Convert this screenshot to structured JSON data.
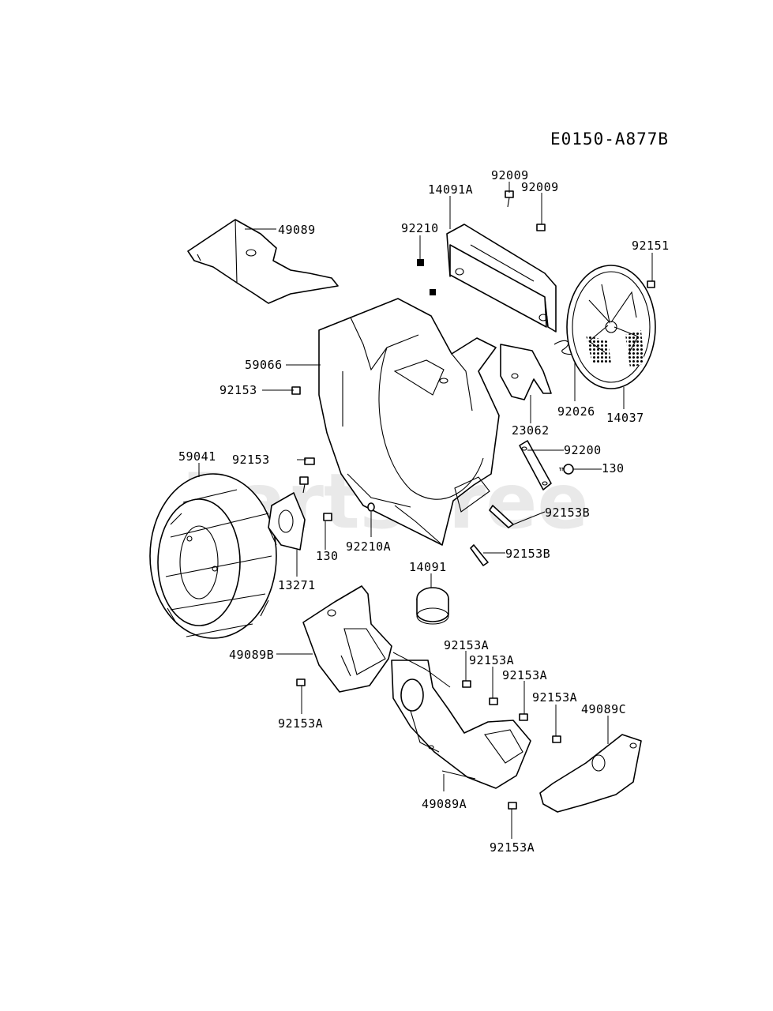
{
  "diagram_code": "E0150-A877B",
  "watermark": "PartsTree",
  "trademark": "™",
  "part_labels": [
    "92009",
    "14091A",
    "92009",
    "92210",
    "49089",
    "92151",
    "59066",
    "92153",
    "92026",
    "14037",
    "23062",
    "92200",
    "59041",
    "92153",
    "130",
    "92153B",
    "130",
    "92210A",
    "92153B",
    "13271",
    "14091",
    "92153A",
    "92153A",
    "92153A",
    "49089B",
    "92153A",
    "49089C",
    "92153A",
    "49089A",
    "92153A"
  ]
}
